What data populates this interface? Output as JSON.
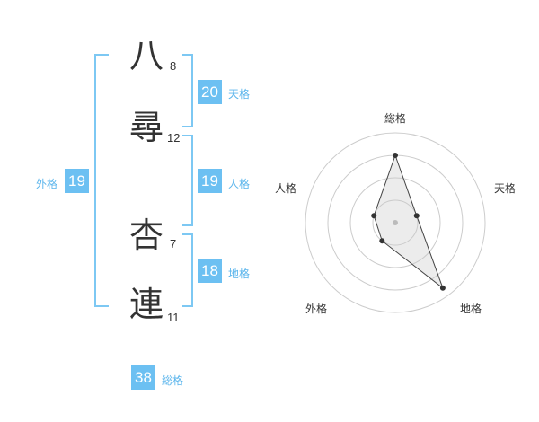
{
  "name": {
    "chars": [
      {
        "char": "八",
        "strokes": "8"
      },
      {
        "char": "尋",
        "strokes": "12"
      },
      {
        "char": "杏",
        "strokes": "7"
      },
      {
        "char": "連",
        "strokes": "11"
      }
    ]
  },
  "kaku": {
    "ten": {
      "value": "20",
      "label": "天格"
    },
    "jin": {
      "value": "19",
      "label": "人格"
    },
    "chi": {
      "value": "18",
      "label": "地格"
    },
    "gai": {
      "value": "19",
      "label": "外格"
    },
    "sou": {
      "value": "38",
      "label": "総格"
    }
  },
  "chart_data": {
    "type": "radar",
    "axes": [
      "総格",
      "天格",
      "地格",
      "外格",
      "人格"
    ],
    "values": [
      0.75,
      0.25,
      0.9,
      0.25,
      0.25
    ],
    "rings": 4
  },
  "colors": {
    "accent": "#6cc0f2",
    "bracket": "#7dc8f3"
  }
}
